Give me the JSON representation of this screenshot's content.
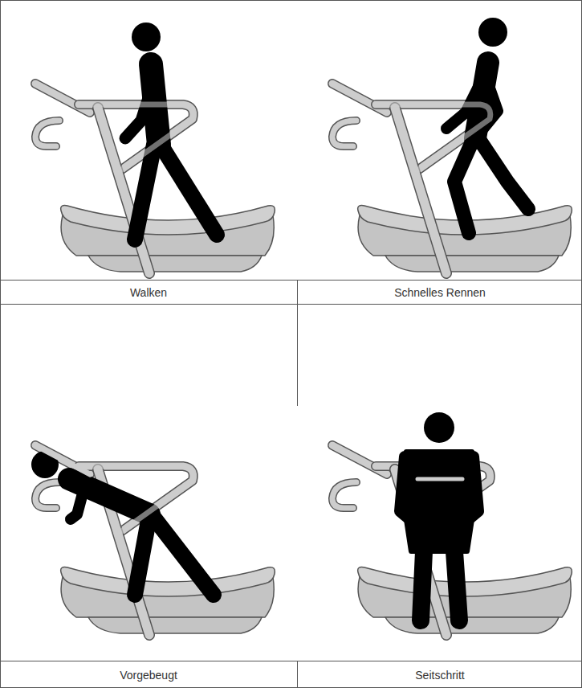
{
  "diagram": {
    "labels": [
      "Walken",
      "Schnelles Rennen",
      "Vorgebeugt",
      "Seitschritt"
    ]
  }
}
